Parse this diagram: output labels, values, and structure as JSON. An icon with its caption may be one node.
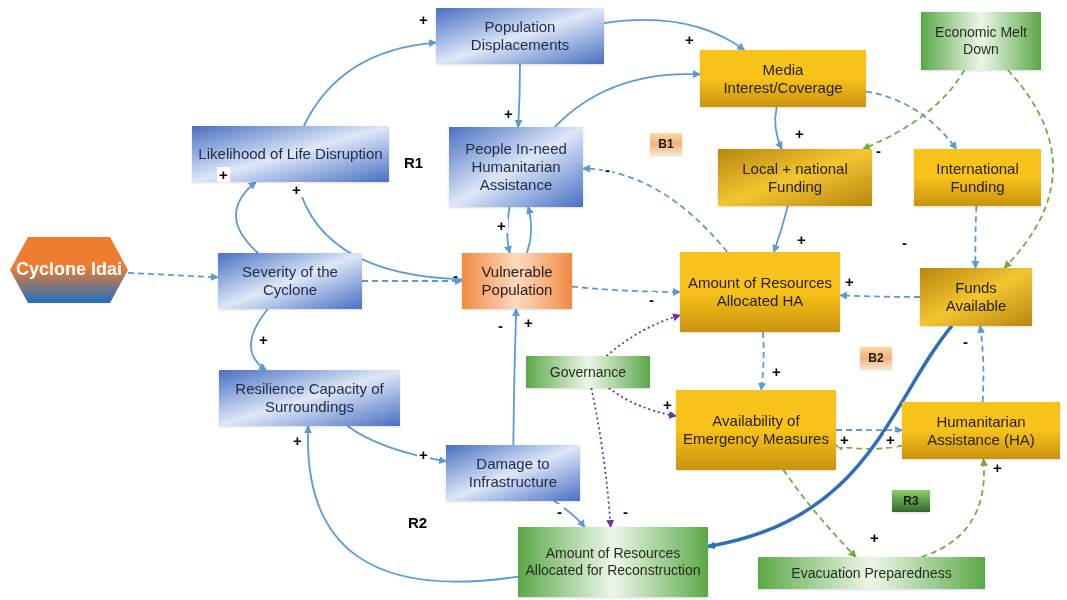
{
  "diagram": {
    "nodes": [
      {
        "text": [
          "Population Displacements"
        ]
      },
      {
        "text": [
          "Economic Melt Down"
        ]
      },
      {
        "text": [
          "Media Interest/Coverage"
        ]
      },
      {
        "text": [
          "Likelihood of Life Disruption"
        ]
      },
      {
        "text": [
          "People In-need Humanitarian Assistance"
        ]
      },
      {
        "text": [
          "Local + national Funding"
        ]
      },
      {
        "text": [
          "International Funding"
        ]
      },
      {
        "text": [
          "Cyclone Idai"
        ]
      },
      {
        "text": [
          "Severity of the Cyclone"
        ]
      },
      {
        "text": [
          "Vulnerable Population"
        ]
      },
      {
        "text": [
          "Amount of Resources Allocated HA"
        ]
      },
      {
        "text": [
          "Funds Available"
        ]
      },
      {
        "text": [
          "Governance"
        ]
      },
      {
        "text": [
          "Resilience Capacity of Surroundings"
        ]
      },
      {
        "text": [
          "Availability of Emergency Measures"
        ]
      },
      {
        "text": [
          "Humanitarian Assistance (HA)"
        ]
      },
      {
        "text": [
          "Damage to Infrastructure"
        ]
      },
      {
        "text": [
          "Amount of Resources Allocated for Reconstruction"
        ]
      },
      {
        "text": [
          "Evacuation Preparedness"
        ]
      },
      {
        "text": [
          "B1"
        ]
      },
      {
        "text": [
          "B2"
        ]
      },
      {
        "text": [
          "R3"
        ]
      }
    ],
    "edges": [
      {
        "from": 7,
        "to": 8,
        "arrow": "to",
        "style": "dashed"
      },
      {
        "from": 8,
        "to": 9,
        "arrow": "to",
        "style": "dashed"
      },
      {
        "from": 8,
        "to": 3,
        "arrow": "to",
        "label": "+"
      },
      {
        "from": 8,
        "to": 13,
        "arrow": "to",
        "label": "+"
      },
      {
        "from": 3,
        "to": 0,
        "arrow": "to",
        "label": "+"
      },
      {
        "from": 9,
        "to": 3,
        "arrow": "to",
        "label": "+"
      },
      {
        "from": 0,
        "to": 4,
        "arrow": "to",
        "label": "+"
      },
      {
        "from": 0,
        "to": 2,
        "arrow": "to",
        "label": "+"
      },
      {
        "from": 4,
        "to": 2,
        "arrow": "to"
      },
      {
        "from": 4,
        "to": 9,
        "arrow": "to",
        "label": "+"
      },
      {
        "from": 9,
        "to": 4,
        "arrow": "to"
      },
      {
        "from": 2,
        "to": 5,
        "arrow": "to",
        "label": "+"
      },
      {
        "from": 2,
        "to": 6,
        "arrow": "to",
        "style": "dashed"
      },
      {
        "from": 1,
        "to": 5,
        "arrow": "to",
        "label": "-",
        "style": "dashed",
        "color": "#70ad47"
      },
      {
        "from": 1,
        "to": 11,
        "arrow": "to",
        "style": "dashed",
        "color": "#70ad47"
      },
      {
        "from": 6,
        "to": 11,
        "arrow": "to",
        "label": "-",
        "style": "dashed"
      },
      {
        "from": 5,
        "to": 10,
        "arrow": "to",
        "label": "+"
      },
      {
        "from": 11,
        "to": 10,
        "arrow": "to",
        "label": "+",
        "style": "dashed"
      },
      {
        "from": 9,
        "to": 10,
        "arrow": "to",
        "label": "-",
        "style": "dashed"
      },
      {
        "from": 10,
        "to": 4,
        "arrow": "to",
        "label": "-",
        "style": "dashed"
      },
      {
        "from": 12,
        "to": 10,
        "arrow": "to",
        "style": "dashed",
        "color": "#7030a0"
      },
      {
        "from": 12,
        "to": 14,
        "arrow": "to",
        "label": "+",
        "style": "dashed",
        "color": "#7030a0"
      },
      {
        "from": 12,
        "to": 17,
        "arrow": "to",
        "label": "-",
        "style": "dashed",
        "color": "#7030a0"
      },
      {
        "from": 10,
        "to": 14,
        "arrow": "to",
        "label": "+",
        "style": "dashed"
      },
      {
        "from": 14,
        "to": 15,
        "arrow": "to",
        "label": "+",
        "style": "dashed"
      },
      {
        "from": 15,
        "to": 14,
        "arrow": "to",
        "label": "+",
        "style": "dashed",
        "color": "#70ad47"
      },
      {
        "from": 15,
        "to": 11,
        "arrow": "to",
        "label": "-",
        "style": "dashed"
      },
      {
        "from": 11,
        "to": 17,
        "arrow": "to",
        "style": "thick",
        "color": "#2e6fba"
      },
      {
        "from": 14,
        "to": 18,
        "arrow": "to",
        "label": "+",
        "style": "dashed",
        "color": "#70ad47"
      },
      {
        "from": 18,
        "to": 15,
        "arrow": "to",
        "label": "+",
        "style": "dashed",
        "color": "#70ad47"
      },
      {
        "from": 13,
        "to": 16,
        "arrow": "to",
        "label": "+"
      },
      {
        "from": 17,
        "to": 13,
        "arrow": "to",
        "label": "+"
      },
      {
        "from": 16,
        "to": 9,
        "arrow": "to",
        "label": "+"
      },
      {
        "from": 16,
        "to": 17,
        "arrow": "to",
        "label": "-"
      }
    ],
    "labels": [
      "R1",
      "-",
      "-",
      "R2"
    ]
  }
}
